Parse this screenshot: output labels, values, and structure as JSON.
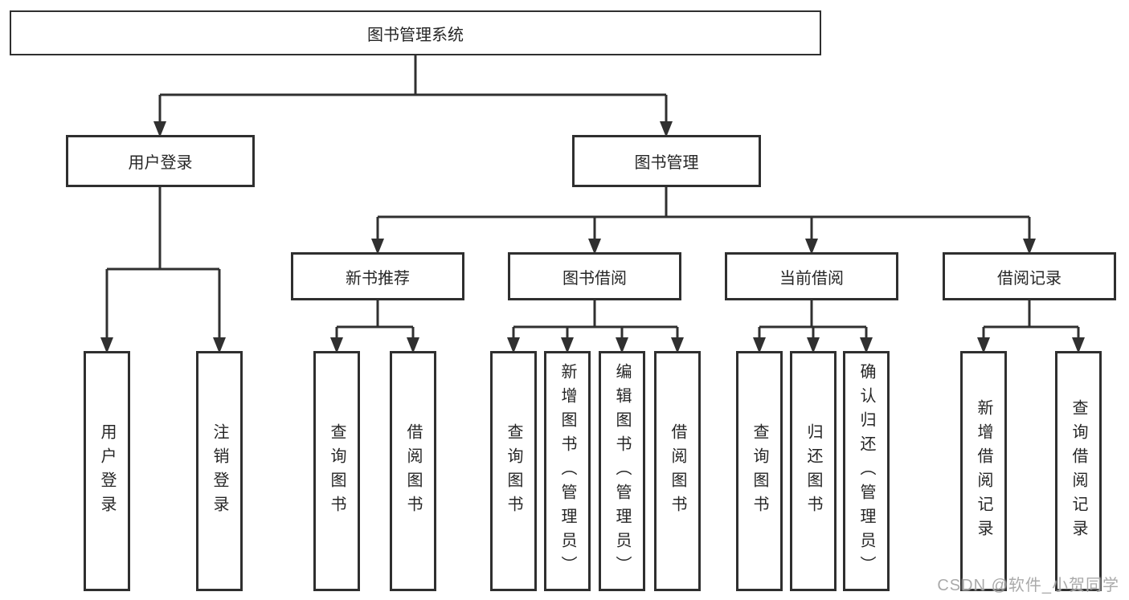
{
  "diagram": {
    "root": "图书管理系统",
    "login": {
      "label": "用户登录",
      "leaves": [
        "用户登录",
        "注销登录"
      ]
    },
    "mgmt": {
      "label": "图书管理",
      "modules": [
        {
          "label": "新书推荐",
          "leaves": [
            "查询图书",
            "借阅图书"
          ]
        },
        {
          "label": "图书借阅",
          "leaves": [
            "查询图书",
            "新增图书（管理员）",
            "编辑图书（管理员）",
            "借阅图书"
          ]
        },
        {
          "label": "当前借阅",
          "leaves": [
            "查询图书",
            "归还图书",
            "确认归还（管理员）"
          ]
        },
        {
          "label": "借阅记录",
          "leaves": [
            "新增借阅记录",
            "查询借阅记录"
          ]
        }
      ]
    }
  },
  "watermark": "CSDN @软件_小贺同学",
  "colors": {
    "line": "#303030",
    "box_border": "#2f2f2f",
    "text": "#262626",
    "watermark": "#9e9e9e",
    "background": "#ffffff"
  }
}
